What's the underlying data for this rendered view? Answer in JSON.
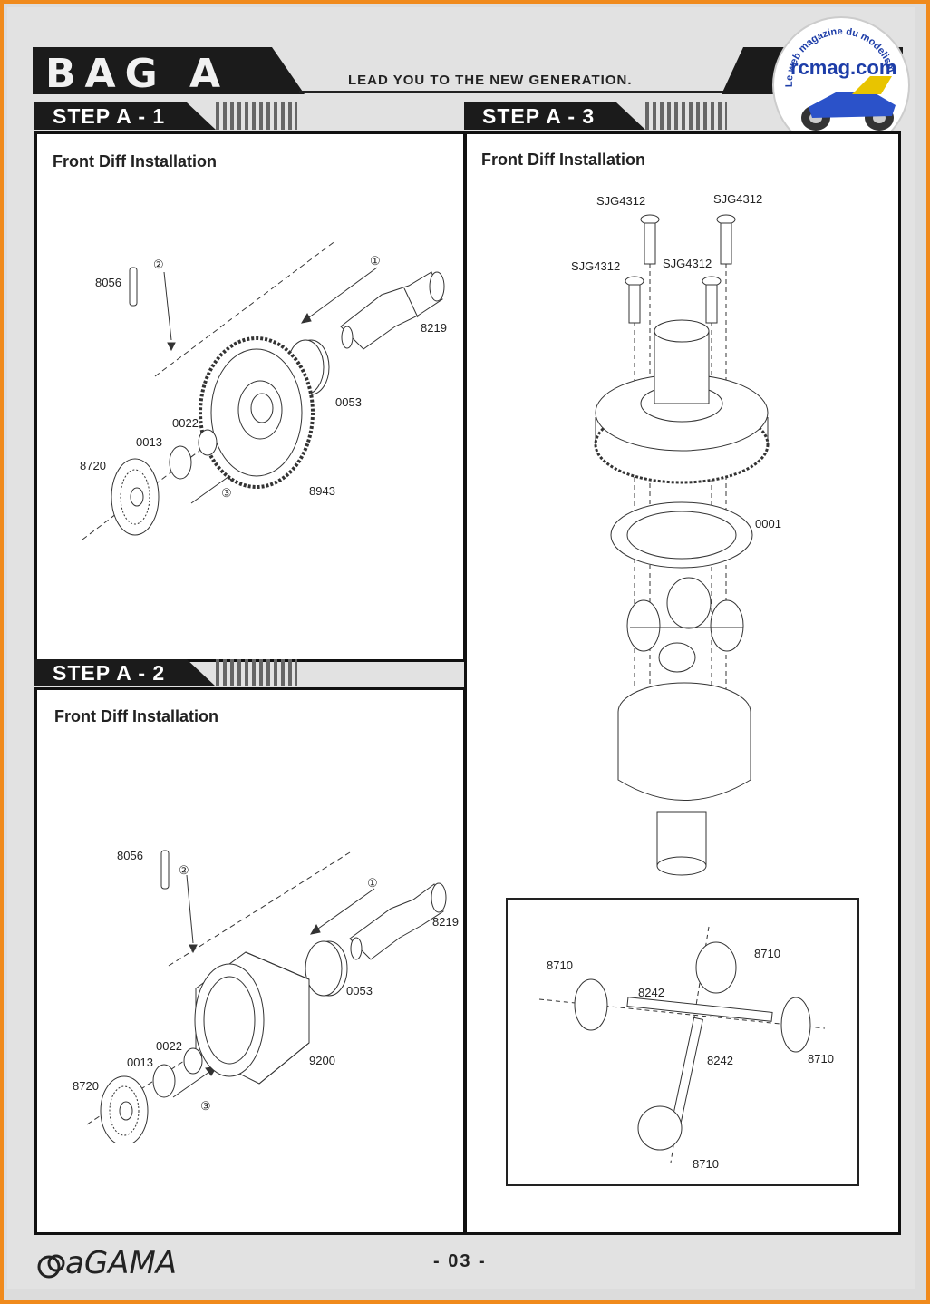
{
  "header": {
    "bag_title": "BAG A",
    "slogan": "LEAD YOU TO THE NEW GENERATION."
  },
  "watermark": {
    "site": "rcmag.com",
    "tagline": "Le web magazine du modelisme"
  },
  "steps": [
    {
      "tab": "STEP A - 1",
      "title": "Front Diff Installation",
      "labels": [
        "8056",
        "②",
        "①",
        "8219",
        "0053",
        "0022",
        "0013",
        "8720",
        "③",
        "8943"
      ]
    },
    {
      "tab": "STEP A - 2",
      "title": "Front Diff Installation",
      "labels": [
        "8056",
        "②",
        "①",
        "8219",
        "0053",
        "0022",
        "0013",
        "8720",
        "③",
        "9200"
      ]
    },
    {
      "tab": "STEP A - 3",
      "title": "Front Diff Installation",
      "labels": [
        "SJG4312",
        "SJG4312",
        "SJG4312",
        "SJG4312",
        "0001"
      ],
      "inset_labels": [
        "8710",
        "8710",
        "8242",
        "8242",
        "8710",
        "8710"
      ]
    }
  ],
  "footer": {
    "brand": "aGAMA",
    "page_number": "- 03 -"
  }
}
